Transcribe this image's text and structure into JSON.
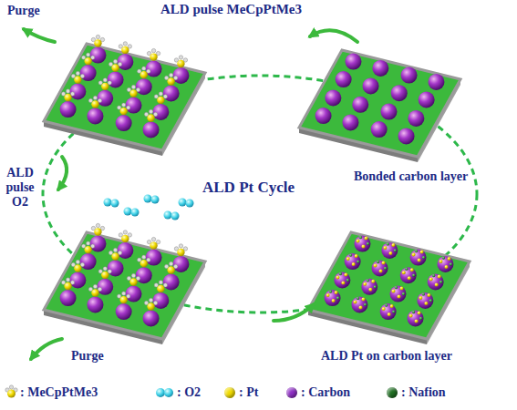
{
  "diagram": {
    "title": "ALD Pt Cycle",
    "labels": [
      "Purge",
      "ALD pulse MeCpPtMe3",
      "Bonded carbon layer",
      "ALD pulse O2",
      "Purge",
      "ALD Pt on carbon layer"
    ],
    "legend": [
      {
        "text": ": MeCpPtMe3"
      },
      {
        "text": ": O2"
      },
      {
        "text": ": Pt",
        "color": "#f2dc00"
      },
      {
        "text": ": Carbon",
        "color": "#8e2fc4"
      },
      {
        "text": ": Nafion",
        "color": "#1f6e22"
      }
    ]
  }
}
